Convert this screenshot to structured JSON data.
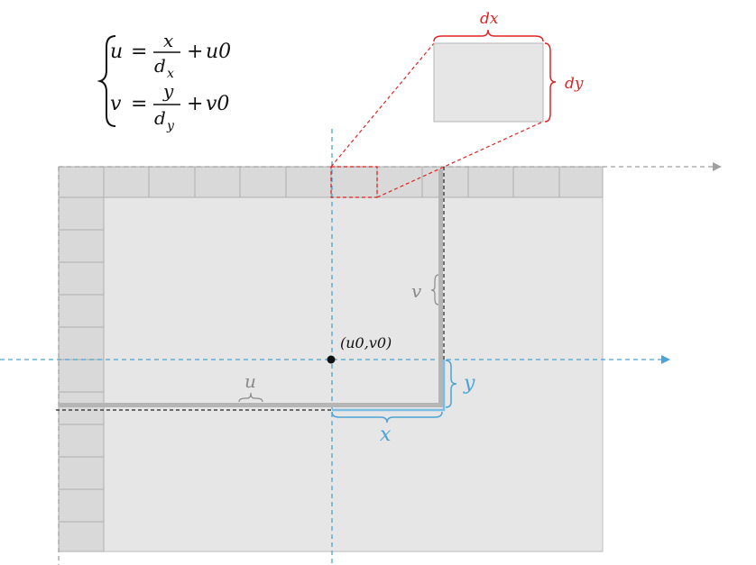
{
  "equations": {
    "u_lhs": "u",
    "eq1": "=",
    "x_num": "x",
    "d_sym": "d",
    "x_sub": "x",
    "plus1": "+",
    "u0": "u0",
    "v_lhs": "v",
    "eq2": "=",
    "y_num": "y",
    "y_sub": "y",
    "plus2": "+",
    "v0": "v0"
  },
  "labels": {
    "dx": "dx",
    "dy": "dy",
    "principal_point": "(u0,v0)",
    "u": "u",
    "v": "v",
    "x": "x",
    "y": "y"
  },
  "colors": {
    "gray": "#8a8a8a",
    "blue": "#4aa3d6",
    "red": "#e02424",
    "image_fill": "#e6e6e6",
    "ruler_fill": "#d9d9d9"
  }
}
